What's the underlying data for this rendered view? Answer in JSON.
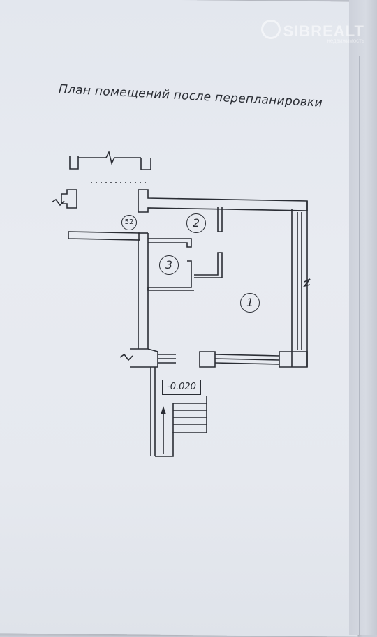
{
  "document": {
    "title": "План помещений после перепланировки"
  },
  "watermark": {
    "brand": "SIBREALT",
    "sub": "недвижимость"
  },
  "plan": {
    "rooms": [
      {
        "id": "room-1",
        "label": "1"
      },
      {
        "id": "room-2",
        "label": "2"
      },
      {
        "id": "room-3",
        "label": "3"
      }
    ],
    "axis_label": "52",
    "level_mark": "-0.020"
  },
  "colors": {
    "paper": "#e6e9ef",
    "ink": "#2a2d34"
  }
}
